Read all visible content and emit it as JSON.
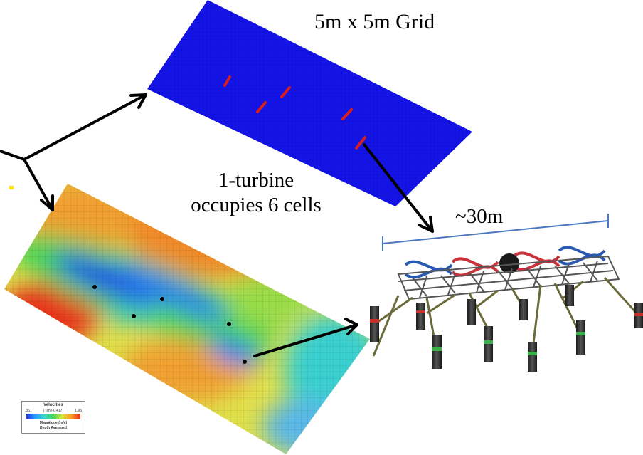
{
  "labels": {
    "grid": "5m x 5m Grid",
    "turbine_line1": "1-turbine",
    "turbine_line2": "occupies 6 cells",
    "span": "~30m"
  },
  "legend": {
    "title": "Velocities",
    "min": ".361",
    "time": "[Time 0.417]",
    "max": "1.95",
    "magnitude": "Magnitude  (m/s)",
    "depth": "Depth Averaged"
  },
  "colors": {
    "grid_blue": "#1414e6",
    "turbine_red": "#d81e1e",
    "arrow": "#000000",
    "dimension_line": "#4a78c0",
    "marker_yellow": "#ffe600"
  },
  "icons": [
    "arrow-icon",
    "turbine-array-image",
    "velocity-map-image"
  ]
}
